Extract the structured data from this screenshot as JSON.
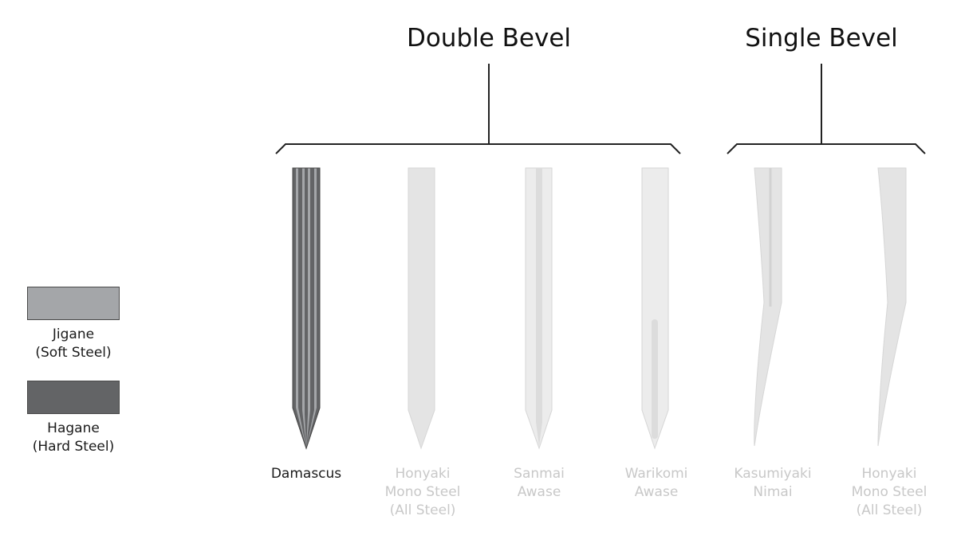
{
  "groups": {
    "double": {
      "label": "Double Bevel"
    },
    "single": {
      "label": "Single Bevel"
    }
  },
  "legend": {
    "jigane": {
      "label": "Jigane\n(Soft Steel)",
      "color": "#a4a6a9"
    },
    "hagane": {
      "label": "Hagane\n(Hard Steel)",
      "color": "#636466"
    }
  },
  "knives": [
    {
      "label": "Damascus",
      "group": "double",
      "active": true
    },
    {
      "label": "Honyaki\nMono Steel\n(All Steel)",
      "group": "double",
      "active": false
    },
    {
      "label": "Sanmai\nAwase",
      "group": "double",
      "active": false
    },
    {
      "label": "Warikomi\nAwase",
      "group": "double",
      "active": false
    },
    {
      "label": "Kasumiyaki\nNimai",
      "group": "single",
      "active": false
    },
    {
      "label": "Honyaki\nMono Steel\n(All Steel)",
      "group": "single",
      "active": false
    }
  ],
  "colors": {
    "active_text": "#1a1a1a",
    "inactive_text": "#c8c8c8",
    "faded_blade": "#e4e4e4",
    "faded_core": "#d2d2d2",
    "bracket": "#222222"
  }
}
